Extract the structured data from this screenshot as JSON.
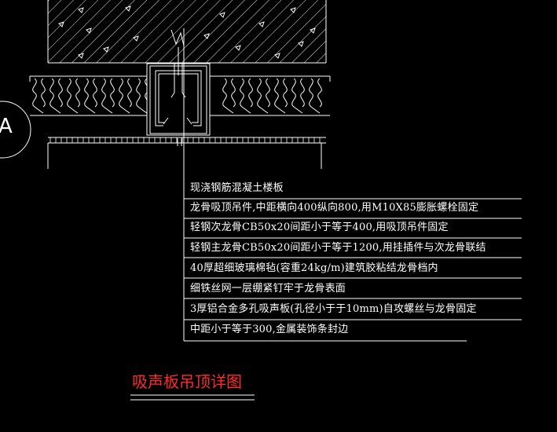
{
  "drawing": {
    "marker_letter": "A",
    "title": "吸声板吊顶详图",
    "notes": [
      "现浇钢筋混凝土楼板",
      "龙骨吸顶吊件,中距横向400纵向800,用M10X85膨胀螺栓固定",
      "轻钢次龙骨CB50x20间距小于等于400,用吸顶吊件固定",
      "轻钢主龙骨CB50x20间距小于等于1200,用挂插件与次龙骨联结",
      "40厚超细玻璃棉毡(容重24kg/m)建筑胶粘结龙骨档内",
      "细铁丝网一层绷紧钉牢于龙骨表面",
      "3厚铝合金多孔吸声板(孔径小于于10mm)自攻螺丝与龙骨固定",
      "中距小于等于300,金属装饰条封边"
    ],
    "colors": {
      "background": "#000000",
      "linework": "#ffffff",
      "title": "#ff2a2a"
    }
  }
}
